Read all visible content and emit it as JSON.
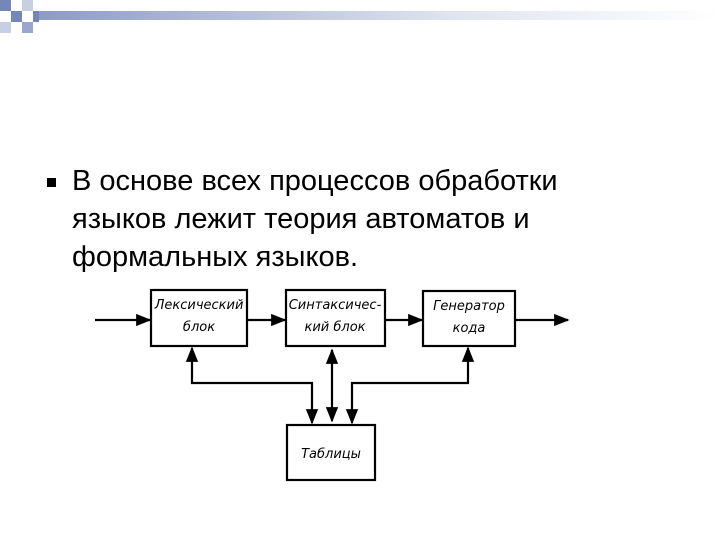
{
  "bullet_text": {
    "lines": [
      "В основе всех процессов обработки",
      "языков лежит теория автоматов и",
      "формальных языков."
    ]
  },
  "diagram": {
    "boxes": {
      "lexer": [
        "Лексический",
        "блок"
      ],
      "parser": [
        "Синтаксичес-",
        "кий блок"
      ],
      "codegen": [
        "Генератор",
        "кода"
      ],
      "tables": [
        "Таблицы"
      ]
    }
  },
  "colors": {
    "corner_blue": "#7586b8",
    "corner_light": "#c9cfe3",
    "line": "#000000"
  }
}
